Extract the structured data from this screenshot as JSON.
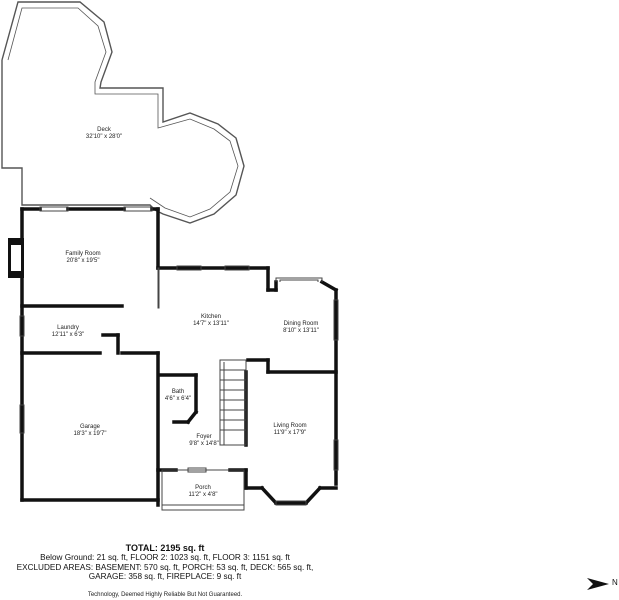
{
  "rooms": {
    "deck": {
      "name": "Deck",
      "dims": "32'10\" x 28'0\""
    },
    "family_room": {
      "name": "Family Room",
      "dims": "20'8\" x 19'5\""
    },
    "laundry": {
      "name": "Laundry",
      "dims": "12'11\" x 6'3\""
    },
    "garage": {
      "name": "Garage",
      "dims": "18'3\" x 19'7\""
    },
    "kitchen": {
      "name": "Kitchen",
      "dims": "14'7\" x 13'11\""
    },
    "dining_room": {
      "name": "Dining Room",
      "dims": "8'10\" x 13'11\""
    },
    "bath": {
      "name": "Bath",
      "dims": "4'6\" x 6'4\""
    },
    "foyer": {
      "name": "Foyer",
      "dims": "9'8\" x 14'8\""
    },
    "living_room": {
      "name": "Living Room",
      "dims": "11'9\" x 17'9\""
    },
    "porch": {
      "name": "Porch",
      "dims": "11'2\" x 4'8\""
    }
  },
  "summary": {
    "total": "TOTAL: 2195 sq. ft",
    "line1": "Below Ground: 21 sq. ft, FLOOR 2: 1023 sq. ft, FLOOR 3: 1151 sq. ft",
    "line2": "EXCLUDED AREAS: BASEMENT: 570 sq. ft, PORCH: 53 sq. ft, DECK: 565 sq. ft,",
    "line3": "GARAGE: 358 sq. ft, FIREPLACE: 9 sq. ft"
  },
  "disclaimer": "Technology, Deemed Highly Reliable But Not Guaranteed.",
  "compass": {
    "letter": "N",
    "icon": "north-arrow-icon"
  },
  "colors": {
    "wall": "#111111",
    "outline": "#555555",
    "background": "#ffffff"
  }
}
